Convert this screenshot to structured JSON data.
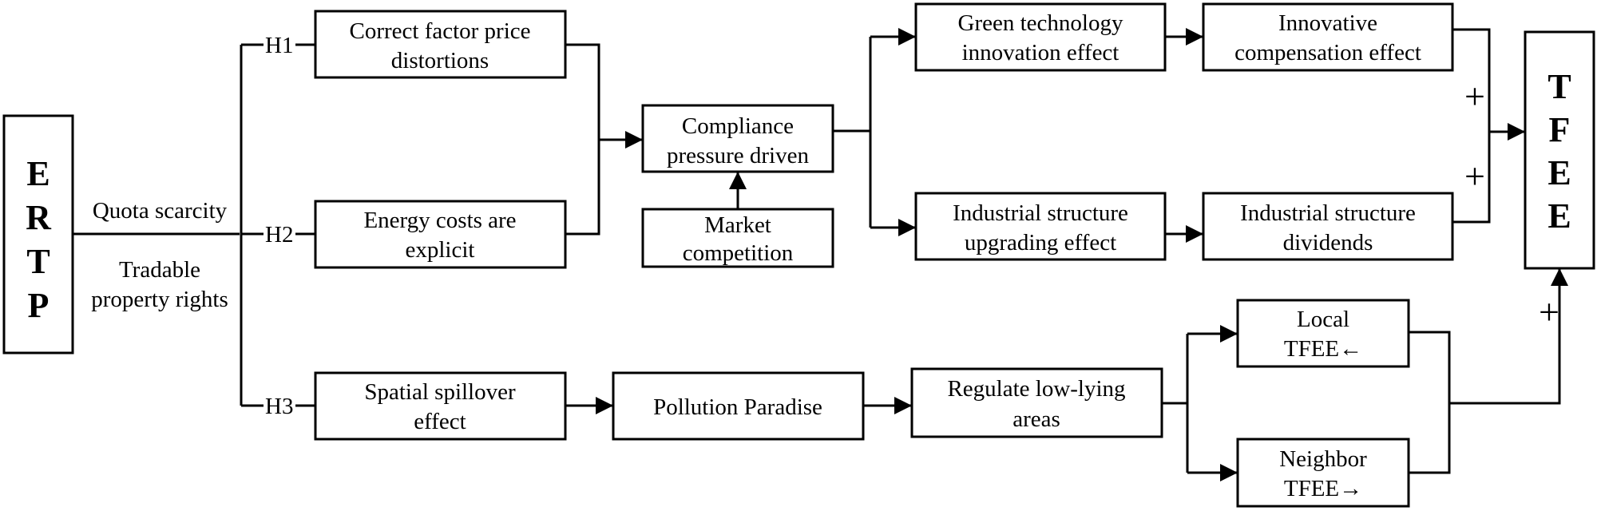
{
  "ertp": {
    "letters": [
      "E",
      "R",
      "T",
      "P"
    ]
  },
  "tfee": {
    "letters": [
      "T",
      "F",
      "E",
      "E"
    ]
  },
  "labels": {
    "quota_scarcity": "Quota scarcity",
    "tradable_line1": "Tradable",
    "tradable_line2": "property rights",
    "h1": "H1",
    "h2": "H2",
    "h3": "H3"
  },
  "boxes": {
    "correct_factor": [
      "Correct factor price",
      "distortions"
    ],
    "energy_costs": [
      "Energy costs are",
      "explicit"
    ],
    "compliance": [
      "Compliance",
      "pressure driven"
    ],
    "market_competition": [
      "Market",
      "competition"
    ],
    "green_tech": [
      "Green technology",
      "innovation effect"
    ],
    "innovative_comp": [
      "Innovative",
      "compensation effect"
    ],
    "industrial_upgrading": [
      "Industrial structure",
      "upgrading effect"
    ],
    "industrial_dividends": [
      "Industrial structure",
      "dividends"
    ],
    "spatial_spillover": [
      "Spatial spillover",
      "effect"
    ],
    "pollution_paradise": [
      "Pollution Paradise"
    ],
    "regulate_low": [
      "Regulate low-lying",
      "areas"
    ],
    "local_tfee": [
      "Local",
      "TFEE←"
    ],
    "neighbor_tfee": [
      "Neighbor",
      "TFEE→"
    ]
  },
  "signs": {
    "plus_top": "+",
    "plus_mid": "+",
    "plus_bottom": "+"
  }
}
